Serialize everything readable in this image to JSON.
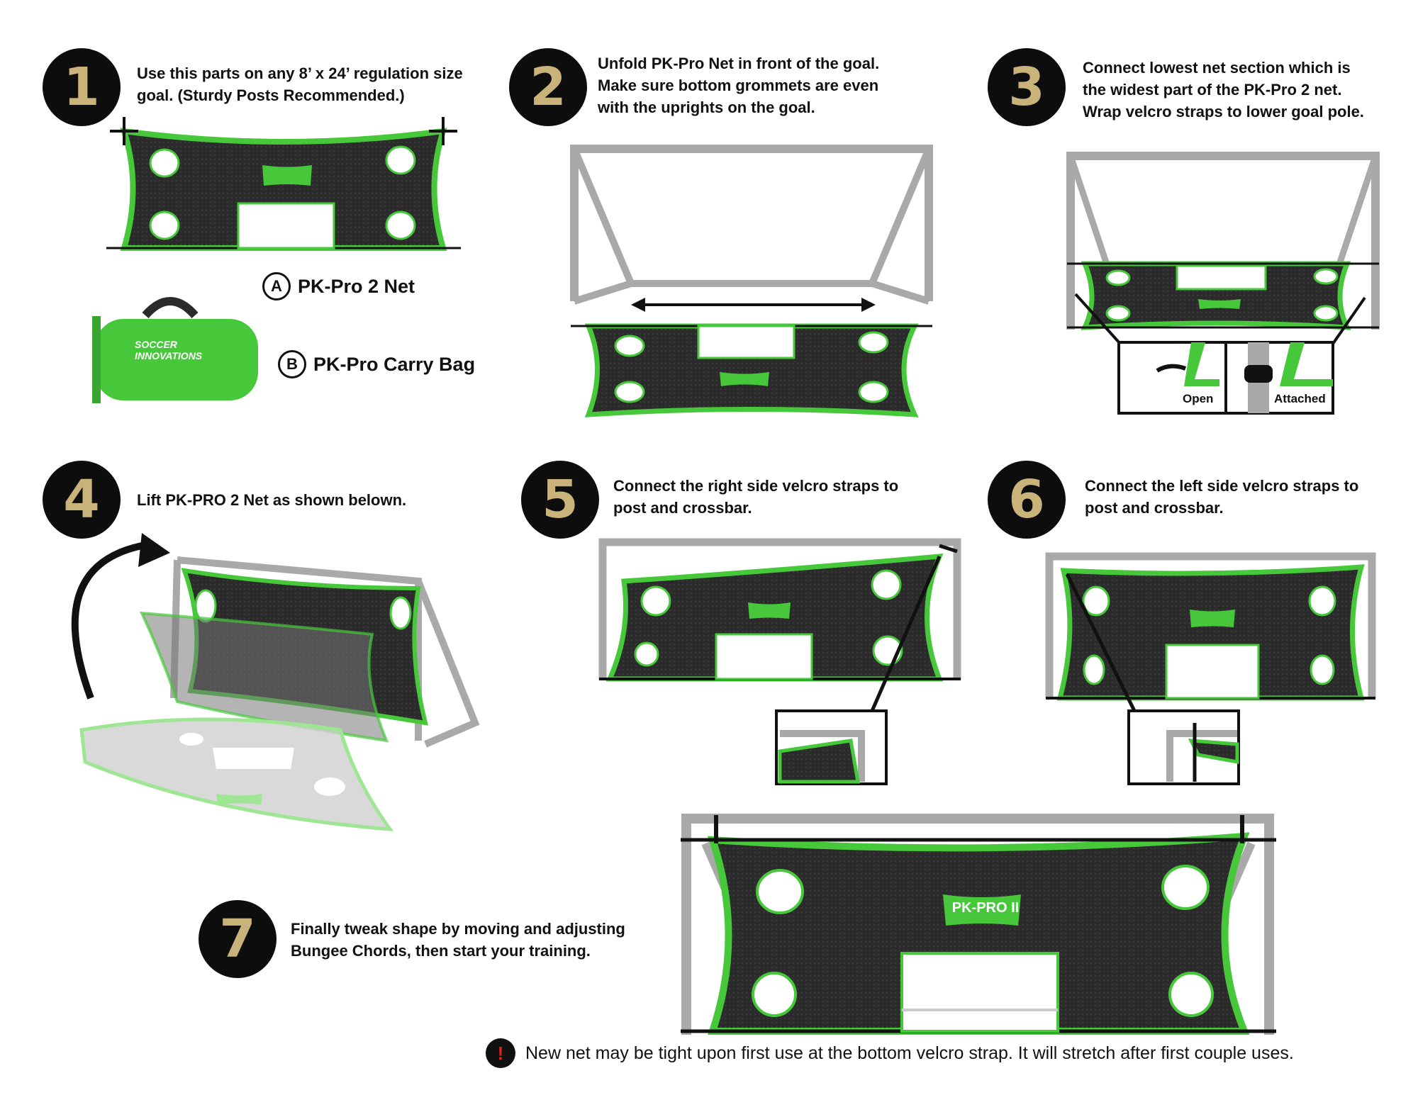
{
  "steps": [
    {
      "number": "1",
      "text": "Use this parts on any 8’ x 24’ regulation size goal. (Sturdy Posts Recommended.)"
    },
    {
      "number": "2",
      "text": "Unfold PK-Pro Net in front of the goal. Make sure bottom grommets are even with the uprights on the goal."
    },
    {
      "number": "3",
      "text": "Connect lowest net section which is the widest part of the PK-Pro 2 net. Wrap velcro straps to lower goal pole."
    },
    {
      "number": "4",
      "text": "Lift PK-PRO 2 Net as shown belown."
    },
    {
      "number": "5",
      "text": "Connect the right side velcro straps to post and crossbar."
    },
    {
      "number": "6",
      "text": "Connect the left side velcro straps to post and crossbar."
    },
    {
      "number": "7",
      "text": "Finally tweak shape by moving and adjusting Bungee Chords, then start your training."
    }
  ],
  "parts": [
    {
      "letter": "A",
      "label": "PK-Pro 2 Net"
    },
    {
      "letter": "B",
      "label": "PK-Pro Carry Bag"
    }
  ],
  "callouts": {
    "open": "Open",
    "attached": "Attached"
  },
  "note": {
    "icon": "exclamation-icon",
    "symbol": "!",
    "text": "New net may be tight upon first use at the bottom velcro strap. It will stretch after first couple uses."
  },
  "brand": {
    "net_logo": "PK-PRO II",
    "bag_logo": "SOCCER INNOVATIONS"
  },
  "colors": {
    "green": "#46c83a",
    "net": "#2b2b2b",
    "frame": "#a9a9a9",
    "step_number": "#c9b37a"
  }
}
